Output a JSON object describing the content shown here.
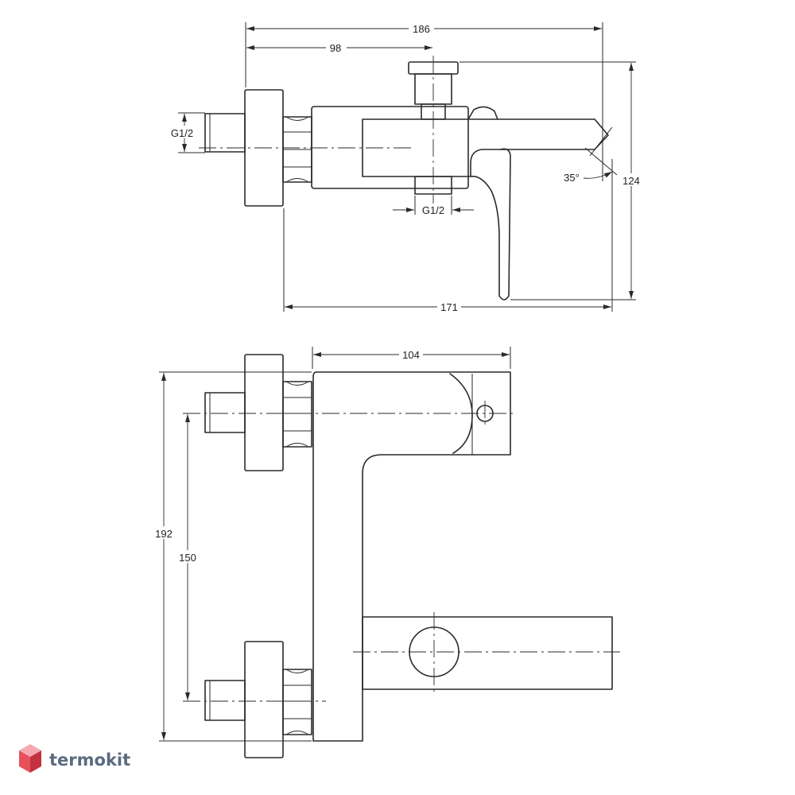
{
  "dimensions": {
    "top_width": "186",
    "top_axis_offset": "98",
    "inlet_thread": "G1/2",
    "outlet_thread": "G1/2",
    "spout_angle": "35°",
    "height": "124",
    "body_length": "171",
    "plan_width": "104",
    "overall_height": "192",
    "inlet_spacing": "150"
  },
  "logo": {
    "text": "termokit",
    "colors": {
      "text": "#5b6b80",
      "mark_top": "#f4a9b0",
      "mark_left": "#e8505b",
      "mark_right": "#c2333f"
    }
  }
}
